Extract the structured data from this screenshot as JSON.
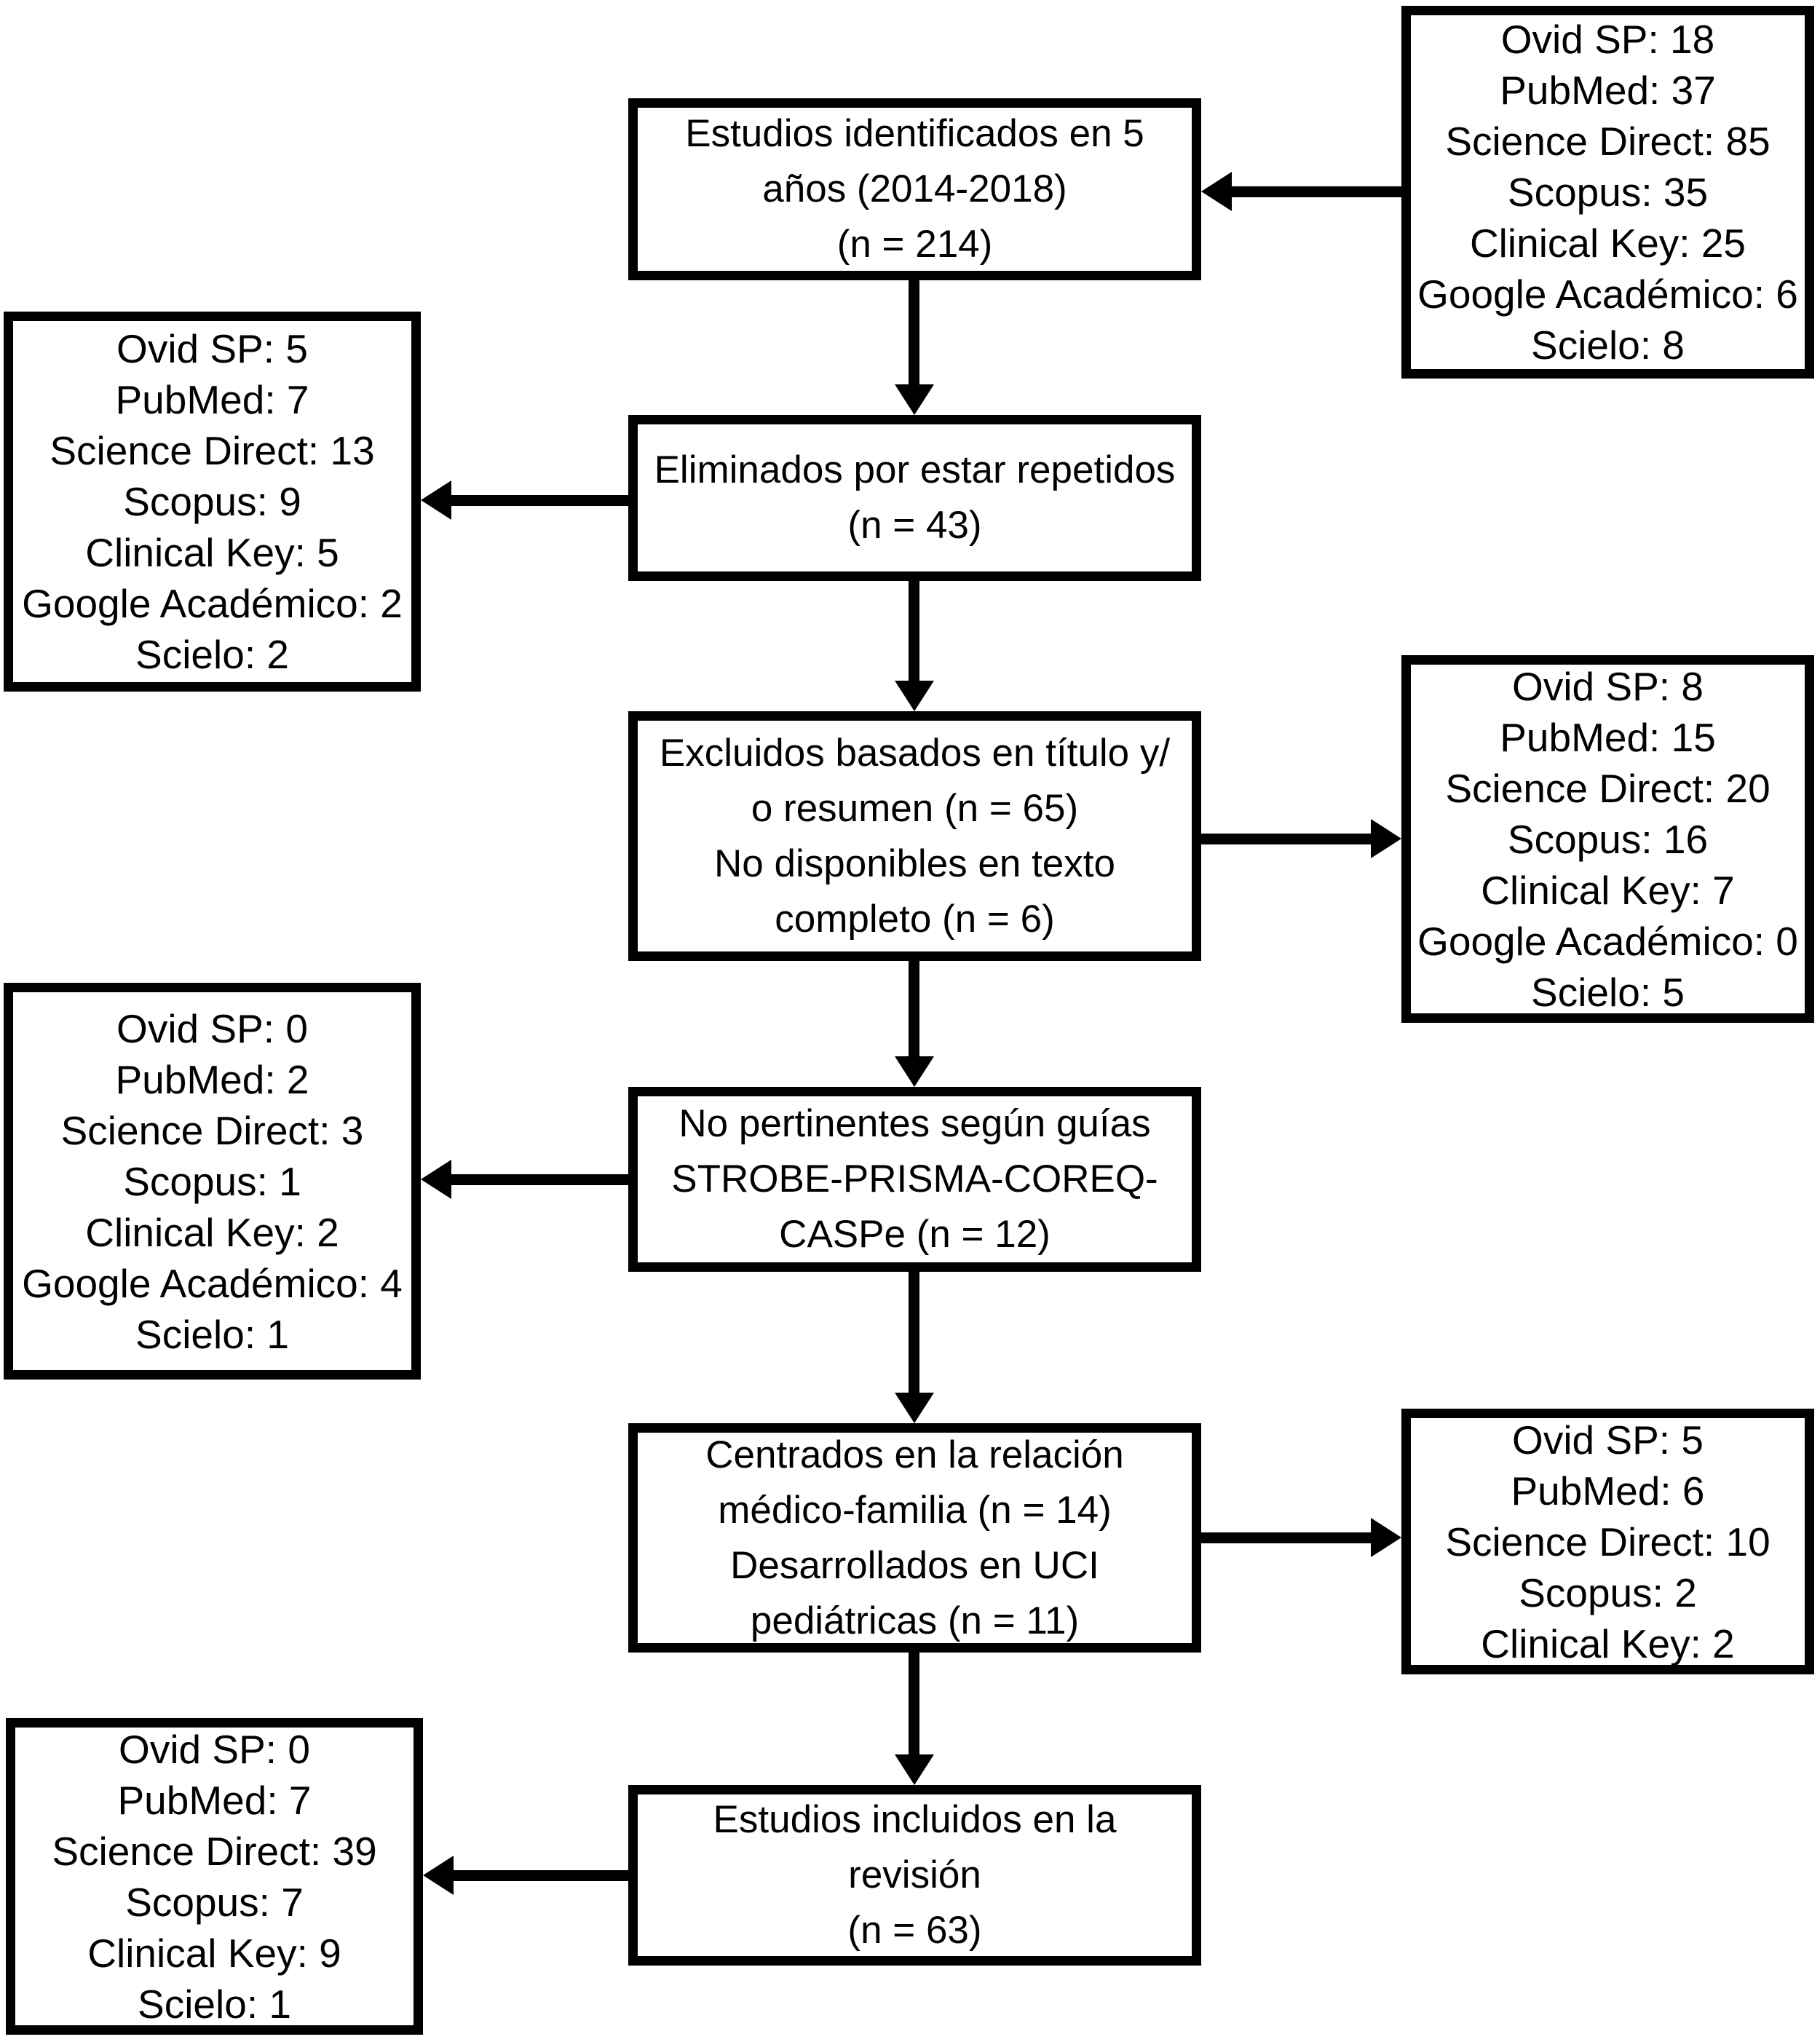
{
  "colors": {
    "border": "#000000",
    "background": "#ffffff",
    "text": "#000000"
  },
  "boxes": {
    "identified": {
      "lines": [
        "Estudios identificados en 5",
        "años (2014-2018)",
        "(n = 214)"
      ]
    },
    "duplicates_removed": {
      "lines": [
        "Eliminados por estar repetidos",
        "(n = 43)"
      ]
    },
    "excluded_title_abstract": {
      "lines": [
        "Excluidos basados en título y/",
        "o resumen (n = 65)",
        "No disponibles en texto",
        "completo (n = 6)"
      ]
    },
    "not_pertinent_guidelines": {
      "lines": [
        "No pertinentes según guías",
        "STROBE-PRISMA-COREQ-",
        "CASPe (n = 12)"
      ]
    },
    "focused_relation": {
      "lines": [
        "Centrados en la relación",
        "médico-familia (n = 14)",
        "Desarrollados en UCI",
        "pediátricas (n = 11)"
      ]
    },
    "included": {
      "lines": [
        "Estudios incluidos en la",
        "revisión",
        "(n = 63)"
      ]
    },
    "sources_identified": {
      "lines": [
        "Ovid SP: 18",
        "PubMed: 37",
        "Science Direct: 85",
        "Scopus: 35",
        "Clinical Key: 25",
        "Google Académico: 6",
        "Scielo: 8"
      ]
    },
    "sources_duplicates": {
      "lines": [
        "Ovid SP: 5",
        "PubMed: 7",
        "Science Direct: 13",
        "Scopus: 9",
        "Clinical Key: 5",
        "Google Académico: 2",
        "Scielo: 2"
      ]
    },
    "sources_excluded": {
      "lines": [
        "Ovid SP: 8",
        "PubMed: 15",
        "Science Direct: 20",
        "Scopus: 16",
        "Clinical Key: 7",
        "Google Académico: 0",
        "Scielo: 5"
      ]
    },
    "sources_not_pertinent": {
      "lines": [
        "Ovid SP: 0",
        "PubMed: 2",
        "Science Direct: 3",
        "Scopus: 1",
        "Clinical Key: 2",
        "Google Académico: 4",
        "Scielo: 1"
      ]
    },
    "sources_focused": {
      "lines": [
        "Ovid SP: 5",
        "PubMed: 6",
        "Science Direct: 10",
        "Scopus: 2",
        "Clinical Key: 2"
      ]
    },
    "sources_included": {
      "lines": [
        "Ovid SP: 0",
        "PubMed: 7",
        "Science Direct: 39",
        "Scopus: 7",
        "Clinical Key: 9",
        "Scielo: 1"
      ]
    }
  }
}
